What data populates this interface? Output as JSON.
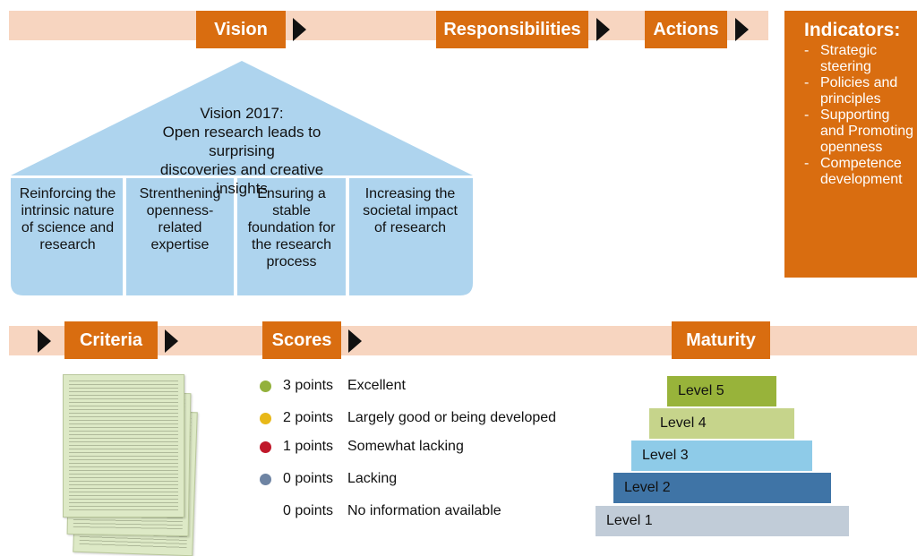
{
  "top_flow": {
    "vision": "Vision",
    "responsibilities": "Responsibilities",
    "actions": "Actions"
  },
  "indicators": {
    "title": "Indicators:",
    "items": [
      "Strategic steering",
      "Policies and principles",
      "Supporting and Promoting openness",
      "Competence development"
    ]
  },
  "house": {
    "roof_text": "Vision 2017: Open research leads to surprising discoveries and creative insights",
    "roof_line1": "Vision 2017:",
    "roof_line2": "Open research leads to surprising",
    "roof_line3": "discoveries and creative insights",
    "pillars": [
      "Reinforcing the intrinsic nature of science and research",
      "Strenthening openness-related expertise",
      "Ensuring a stable foundation for the research process",
      "Increasing the societal impact of research"
    ]
  },
  "bottom_flow": {
    "criteria": "Criteria",
    "scores": "Scores",
    "maturity": "Maturity"
  },
  "scores": [
    {
      "points": "3 points",
      "label": "Excellent",
      "color": "#93b13c"
    },
    {
      "points": "2 points",
      "label": "Largely good or being developed",
      "color": "#e8b818"
    },
    {
      "points": "1 points",
      "label": "Somewhat lacking",
      "color": "#c0182a"
    },
    {
      "points": "0 points",
      "label": "Lacking",
      "color": "#6e84a3"
    },
    {
      "points": "0 points",
      "label": "No information available",
      "color": ""
    }
  ],
  "maturity_levels": [
    {
      "label": "Level 5",
      "color": "#98b33a"
    },
    {
      "label": "Level 4",
      "color": "#c6d48b"
    },
    {
      "label": "Level 3",
      "color": "#8ecbe8"
    },
    {
      "label": "Level 2",
      "color": "#3f74a6"
    },
    {
      "label": "Level 1",
      "color": "#c1ccd8"
    }
  ],
  "colors": {
    "accent": "#d96d10",
    "band": "#f7d5c0",
    "house": "#aed4ee"
  }
}
